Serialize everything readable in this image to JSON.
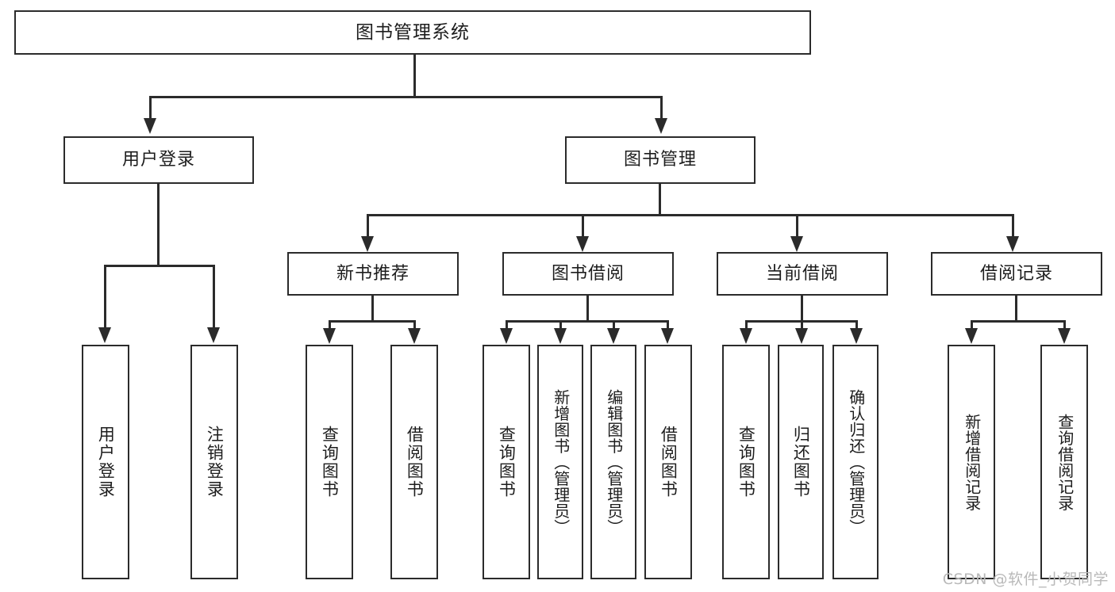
{
  "diagram": {
    "type": "tree-hierarchy-chart",
    "title": "图书管理系统",
    "watermark": "CSDN @软件_小贺同学",
    "colors": {
      "box_border": "#2b2b2b",
      "box_fill": "#ffffff",
      "text": "#1d1d1d",
      "connector": "#2b2b2b",
      "watermark": "#b9b9b9",
      "background": "#ffffff"
    }
  },
  "root": {
    "label": "图书管理系统"
  },
  "level2": [
    {
      "label": "用户登录"
    },
    {
      "label": "图书管理"
    }
  ],
  "level3": [
    {
      "label": "新书推荐"
    },
    {
      "label": "图书借阅"
    },
    {
      "label": "当前借阅"
    },
    {
      "label": "借阅记录"
    }
  ],
  "leaves": {
    "user_login": [
      {
        "label": "用户登录"
      },
      {
        "label": "注销登录"
      }
    ],
    "new_book_recommend": [
      {
        "label": "查询图书"
      },
      {
        "label": "借阅图书"
      }
    ],
    "book_borrow": [
      {
        "label": "查询图书"
      },
      {
        "label": "新增图书（管理员）"
      },
      {
        "label": "编辑图书（管理员）"
      },
      {
        "label": "借阅图书"
      }
    ],
    "current_borrow": [
      {
        "label": "查询图书"
      },
      {
        "label": "归还图书"
      },
      {
        "label": "确认归还（管理员）"
      }
    ],
    "borrow_records": [
      {
        "label": "新增借阅记录"
      },
      {
        "label": "查询借阅记录"
      }
    ]
  }
}
